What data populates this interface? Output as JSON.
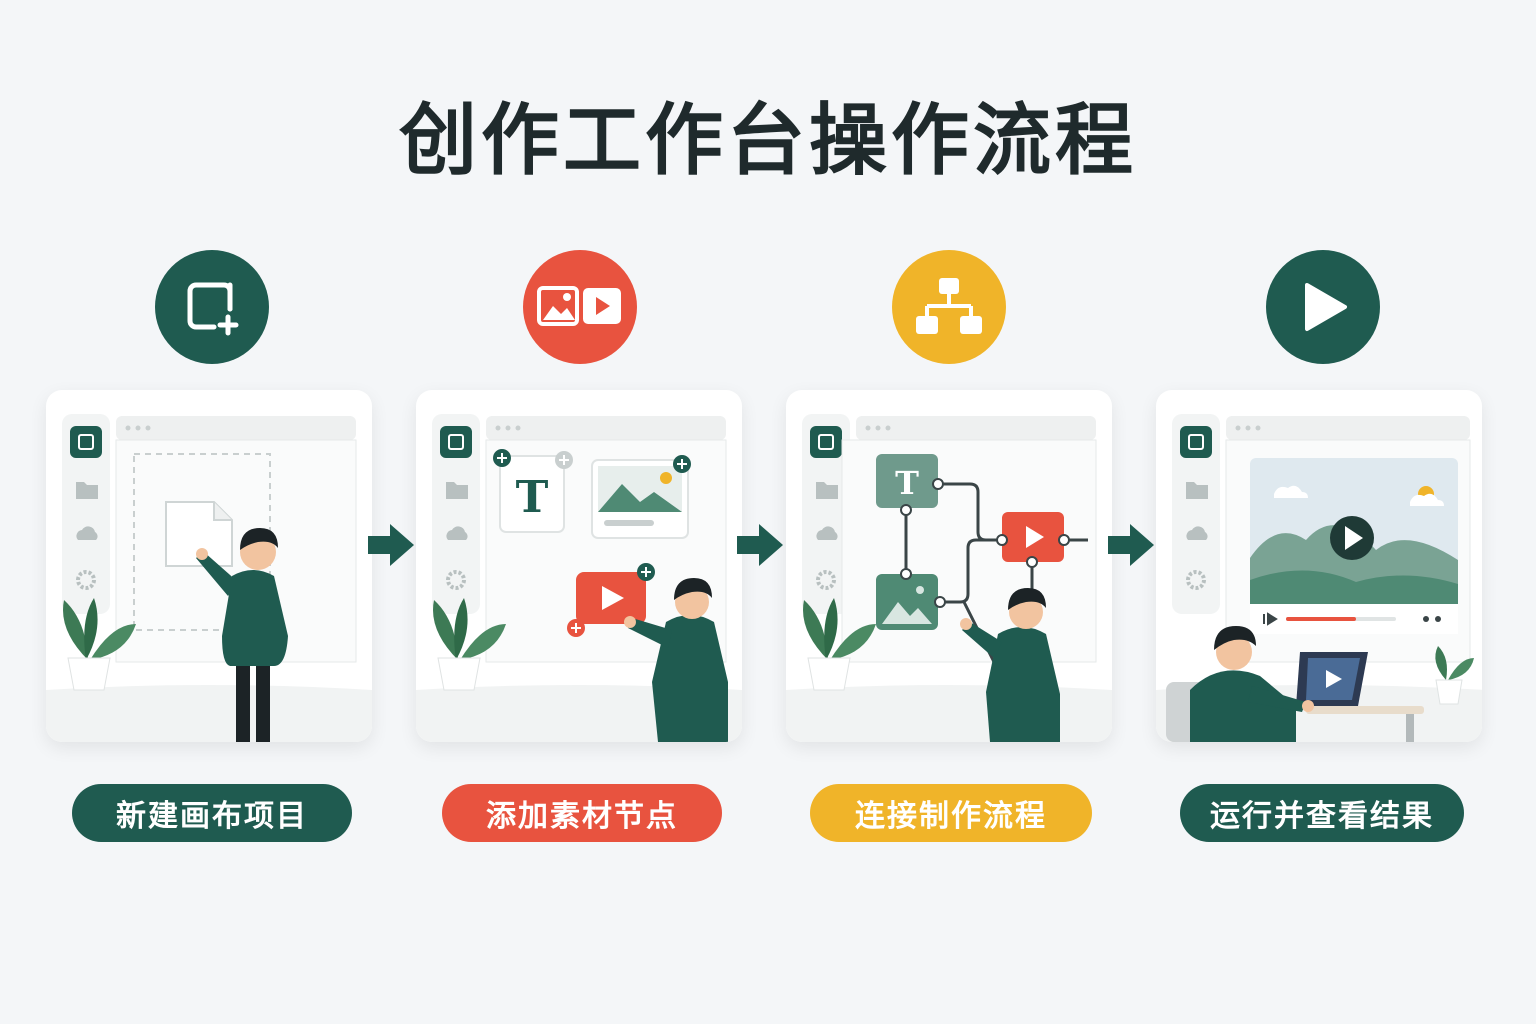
{
  "title": "创作工作台操作流程",
  "colors": {
    "green": "#1f5b50",
    "red": "#e8533f",
    "yellow": "#f0b429",
    "dark": "#1f2a2c"
  },
  "steps": [
    {
      "label": "新建画布项目",
      "icon": "new-canvas-icon",
      "color": "#1f5b50"
    },
    {
      "label": "添加素材节点",
      "icon": "media-image-video-icon",
      "color": "#e8533f"
    },
    {
      "label": "连接制作流程",
      "icon": "flowchart-nodes-icon",
      "color": "#f0b429"
    },
    {
      "label": "运行并查看结果",
      "icon": "play-icon",
      "color": "#1f5b50"
    }
  ],
  "panel_icons": [
    "add-canvas-icon",
    "folder-icon",
    "cloud-icon",
    "gear-icon"
  ],
  "node_text_glyph": "T"
}
